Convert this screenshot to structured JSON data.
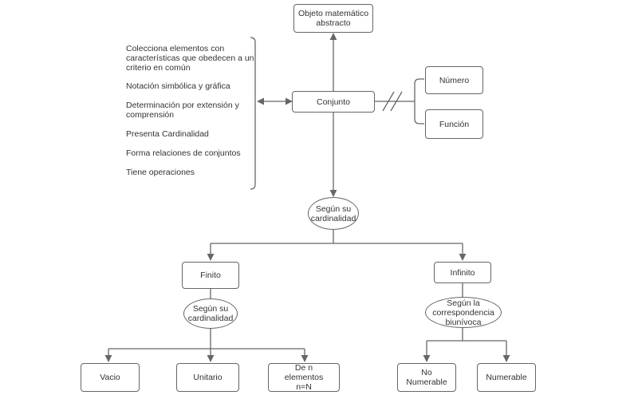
{
  "nodes": {
    "objeto": "Objeto matemático abstracto",
    "conjunto": "Conjunto",
    "numero": "Número",
    "funcion": "Función",
    "segun_cardinalidad_top": "Según su cardinalidad",
    "finito": "Finito",
    "infinito": "Infinito",
    "segun_cardinalidad_finito": "Según su cardinalidad",
    "segun_correspondencia": "Según la correspondencia biunívoca",
    "vacio": "Vacio",
    "unitario": "Unitario",
    "n_elementos": "De n elementos n=N",
    "no_numerable": "No Numerable",
    "numerable": "Numerable"
  },
  "properties": [
    "Colecciona elementos con características que obedecen a un criterio en común",
    "Notación simbólica y gráfica",
    "Determinación por extensión y comprensión",
    "Presenta Cardinalidad",
    "Forma relaciones de conjuntos",
    "Tiene operaciones"
  ],
  "colors": {
    "line": "#666666",
    "text": "#333333",
    "background": "#ffffff"
  }
}
